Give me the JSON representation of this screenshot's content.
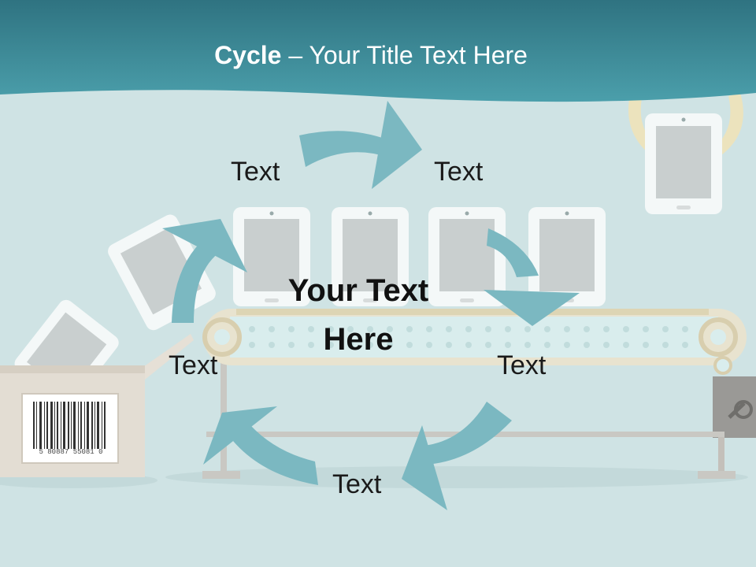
{
  "title": {
    "bold": "Cycle",
    "dash": " – ",
    "rest": "Your Title Text Here"
  },
  "center_text": {
    "line1": "Your Text",
    "line2": "Here"
  },
  "steps": [
    {
      "label": "Text"
    },
    {
      "label": "Text"
    },
    {
      "label": "Text"
    },
    {
      "label": "Text"
    },
    {
      "label": "Text"
    }
  ],
  "colors": {
    "background": "#cfe3e4",
    "banner": "#3f8e9a",
    "arrow": "#7bb8c1",
    "device": "#f4f8f8",
    "screen": "#c9cfcf",
    "belt": "#e8e3cf"
  },
  "barcode": {
    "digits": "5 80887 55081 0"
  }
}
